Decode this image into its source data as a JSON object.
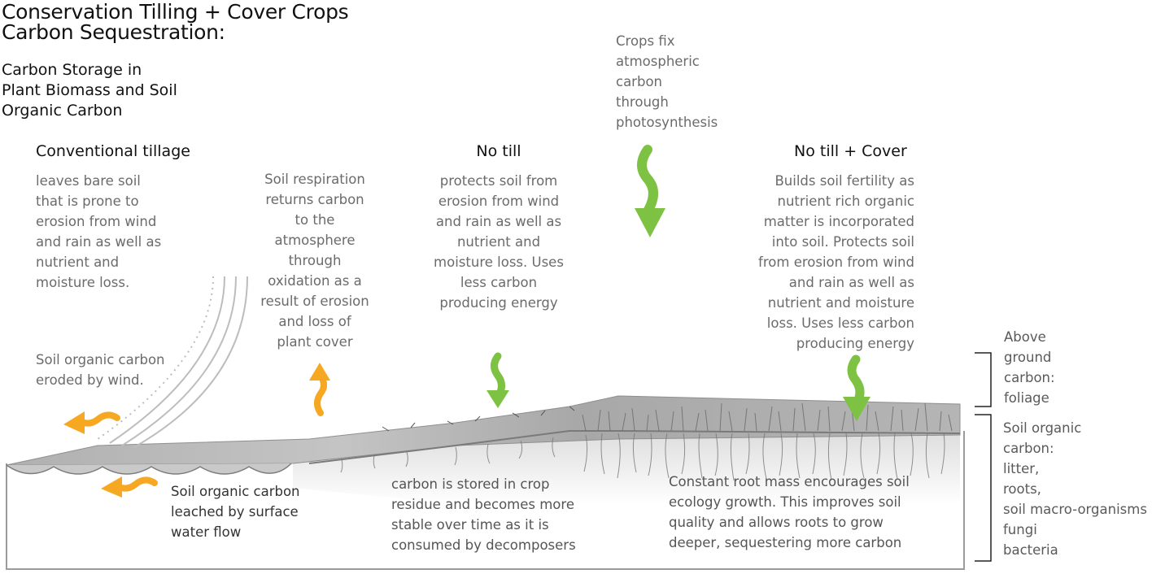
{
  "title": "Conservation Tilling + Cover Crops\nCarbon Sequestration:",
  "subtitle": "Carbon Storage in\nPlant Biomass and Soil\nOrganic Carbon",
  "photosynthesis_note": "Crops fix\natmospheric\ncarbon\nthrough\nphotosynthesis",
  "conventional": {
    "heading": "Conventional tillage",
    "text": "leaves bare soil\nthat is prone to\nerosion from wind\nand rain as well as\nnutrient and\nmoisture loss."
  },
  "respiration_note": "Soil respiration\nreturns carbon\nto the\natmosphere\nthrough\noxidation as a\nresult of erosion\nand loss of\nplant cover",
  "no_till": {
    "heading": "No till",
    "text": "protects soil from\nerosion from wind\nand rain as well as\nnutrient and\nmoisture loss. Uses\nless carbon\nproducing energy"
  },
  "no_till_cover": {
    "heading": "No till + Cover",
    "text": "Builds soil fertility as\nnutrient rich organic\nmatter is incorporated\ninto soil. Protects soil\nfrom  erosion from wind\nand rain as well as\nnutrient and moisture\nloss. Uses less carbon\nproducing energy"
  },
  "wind_erosion_note": "Soil organic carbon\neroded by wind.",
  "leaching_note": "Soil organic carbon\nleached by surface\nwater flow",
  "residue_note": "carbon is stored in crop\nresidue and becomes more\nstable over time as it is\nconsumed by decomposers",
  "root_mass_note": "Constant root mass encourages soil\necology growth. This improves soil\nquality and allows roots to grow\ndeeper, sequestering more carbon",
  "legend_above": "Above\nground\ncarbon:\nfoliage",
  "legend_soil": "Soil organic\ncarbon:\nlitter,\nroots,\nsoil macro-organisms\nfungi\nbacteria",
  "colors": {
    "green_arrow": "#7dc242",
    "orange_arrow": "#f7a823",
    "soil_surface": "#b9b9b9",
    "soil_shadow": "#9a9a9a",
    "text_gray": "#6b6b6b"
  },
  "icons": [
    "green-wavy-arrow-down-icon",
    "orange-wavy-arrow-up-icon",
    "orange-wavy-arrow-left-icon",
    "wind-lines-icon",
    "bracket-icon"
  ]
}
